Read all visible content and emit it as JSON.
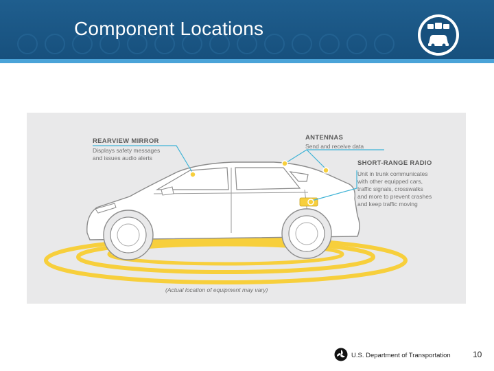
{
  "slide": {
    "title": "Component Locations",
    "page_number": "10"
  },
  "figure": {
    "rearview": {
      "heading": "REARVIEW MIRROR",
      "line1": "Displays safety messages",
      "line2": "and issues audio alerts"
    },
    "antennas": {
      "heading": "ANTENNAS",
      "line1": "Send and receive data"
    },
    "radio": {
      "heading": "SHORT-RANGE RADIO",
      "line1": "Unit in trunk communicates",
      "line2": "with other equipped cars,",
      "line3": "traffic signals, crosswalks",
      "line4": "and more to prevent crashes",
      "line5": "and keep traffic moving"
    },
    "footnote": "(Actual location of equipment may vary)"
  },
  "footer": {
    "org": "U.S. Department of Transportation"
  },
  "colors": {
    "header": "#1a578a",
    "accent": "#4aa3d8",
    "highlight": "#f7cf3c",
    "callout_line": "#3fb3d6"
  },
  "icons": {
    "header_badge": "connected-vehicles-badge-icon",
    "dot": "usdot-triskelion-icon"
  }
}
